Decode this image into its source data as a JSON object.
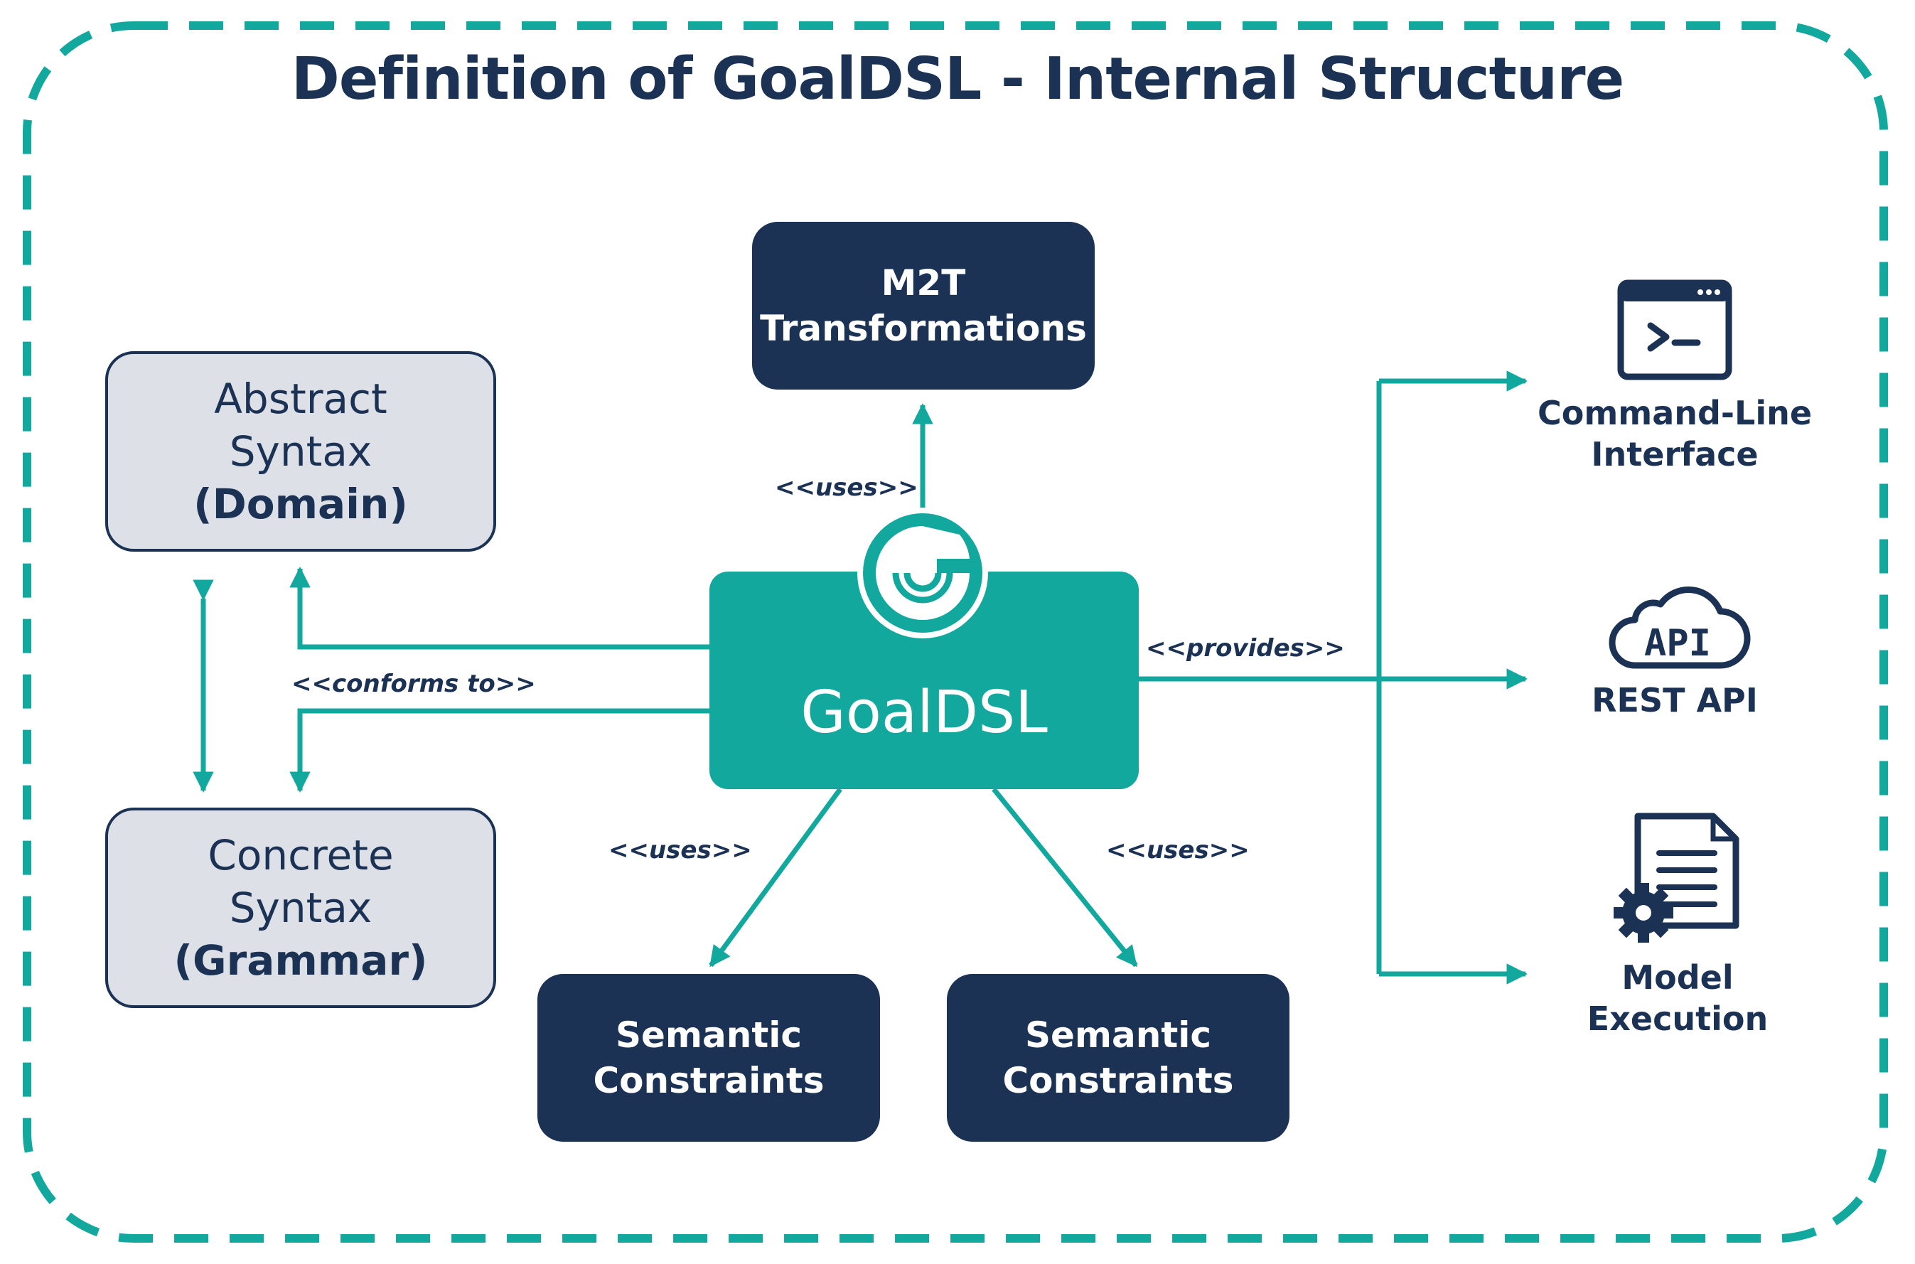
{
  "title": "Definition of GoalDSL - Internal Structure",
  "boxes": {
    "abstract": {
      "line1": "Abstract",
      "line2": "Syntax",
      "line3": "(Domain)"
    },
    "concrete": {
      "line1": "Concrete",
      "line2": "Syntax",
      "line3": "(Grammar)"
    },
    "m2t": {
      "line1": "M2T",
      "line2": "Transformations"
    },
    "goaldsl": {
      "label": "GoalDSL"
    },
    "semantic_left": {
      "line1": "Semantic",
      "line2": "Constraints"
    },
    "semantic_right": {
      "line1": "Semantic",
      "line2": "Constraints"
    }
  },
  "edge_labels": {
    "uses_top": "<<uses>>",
    "conforms_to": "<<conforms to>>",
    "provides": "<<provides>>",
    "uses_left": "<<uses>>",
    "uses_right": "<<uses>>"
  },
  "outputs": [
    {
      "icon": "terminal-icon",
      "line1": "Command-Line",
      "line2": "Interface"
    },
    {
      "icon": "cloud-api-icon",
      "line1": "REST API",
      "line2": ""
    },
    {
      "icon": "document-gear-icon",
      "line1": "Model",
      "line2": "Execution"
    }
  ],
  "icon_text": {
    "api": "API"
  },
  "colors": {
    "navy": "#1b3255",
    "teal": "#13a89e",
    "light": "#dde1e7"
  }
}
